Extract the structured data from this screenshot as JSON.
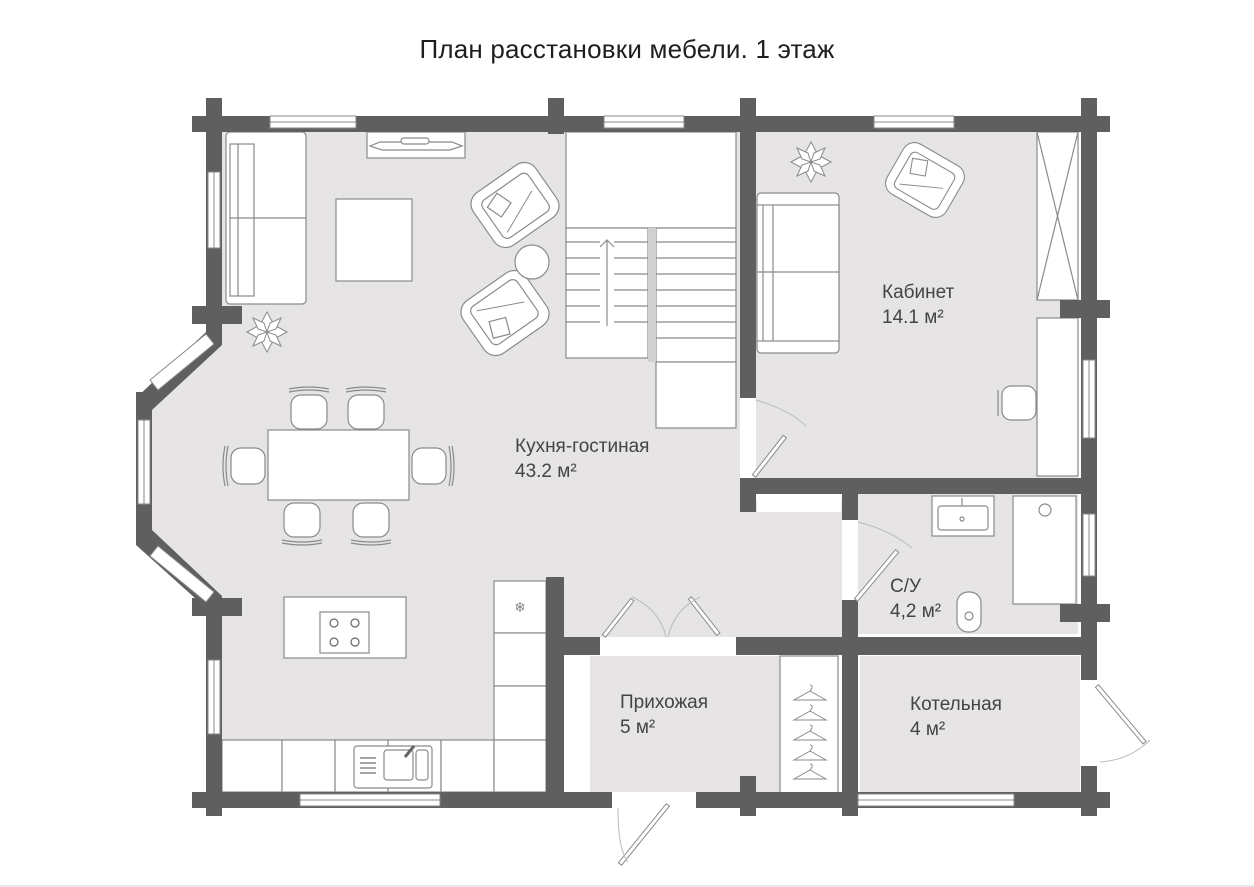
{
  "title": "План расстановки мебели. 1 этаж",
  "colors": {
    "wall": "#5f5f5f",
    "floor": "#e6e4e4",
    "furniture_fill": "#ffffff",
    "furniture_stroke": "#8a8a8a",
    "text": "#444444"
  },
  "rooms": [
    {
      "name": "Кухня-гостиная",
      "area": "43.2 м²"
    },
    {
      "name": "Кабинет",
      "area": "14.1 м²"
    },
    {
      "name": "С/У",
      "area": "4,2 м²"
    },
    {
      "name": "Прихожая",
      "area": "5 м²"
    },
    {
      "name": "Котельная",
      "area": "4 м²"
    }
  ],
  "icons": [
    "sofa-icon",
    "tv-icon",
    "coffee-table-icon",
    "armchair-icon",
    "side-table-icon",
    "plant-icon",
    "staircase-icon",
    "dining-table-icon",
    "chair-icon",
    "cooktop-icon",
    "fridge-icon",
    "sink-icon",
    "wardrobe-icon",
    "desk-icon",
    "office-chair-icon",
    "washbasin-icon",
    "shower-icon",
    "toilet-icon",
    "hanger-icon",
    "door-icon",
    "window-icon"
  ]
}
